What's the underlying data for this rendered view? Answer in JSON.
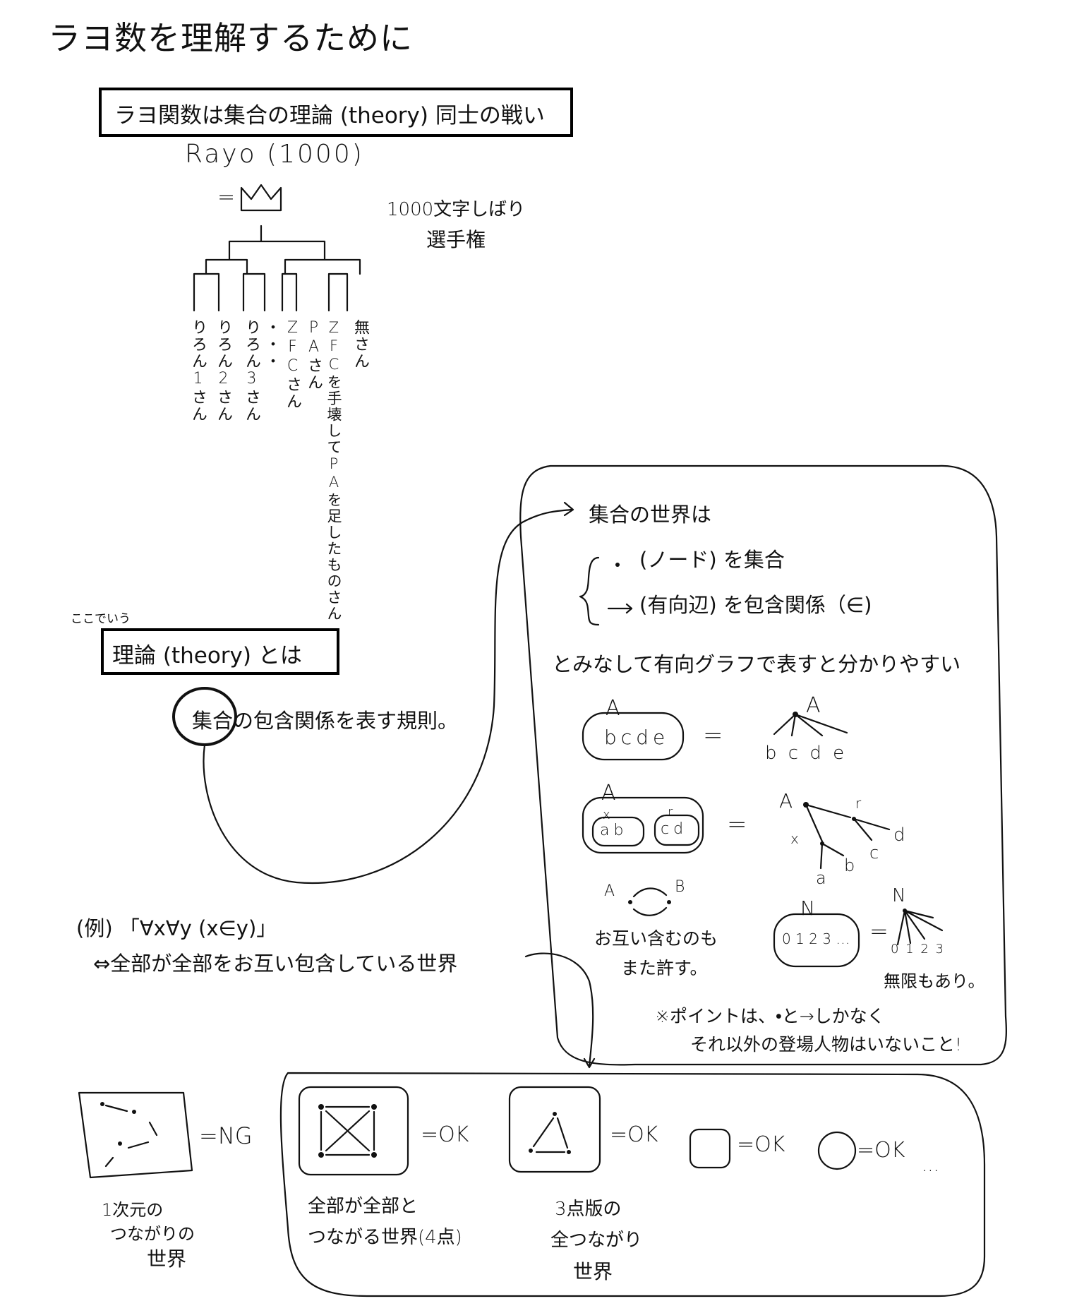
{
  "title": "ラヨ数を理解するために",
  "box1": "ラヨ関数は集合の理論 (theory) 同士の戦い",
  "bracket": {
    "winner": "Rayo (1000)",
    "eq": "=",
    "note_line1": "1000文字しばり",
    "note_line2": "選手権",
    "competitors": [
      "りろん1さん",
      "りろん2さん",
      "りろん3さん",
      "・・・",
      "ZFCさん",
      "PAさん",
      "ZFCを手壊してPAを足したものさん",
      "無さん"
    ]
  },
  "small_note": "ここでいう",
  "box2": "理論 (theory) とは",
  "theory_def": {
    "circled": "集合",
    "rest": "の包含関係を表す規則。"
  },
  "example": {
    "line1": "(例) 「∀x∀y (x∈y)」",
    "line2": "⇔全部が全部をお互い包含している世界"
  },
  "set_world": {
    "heading": "集合の世界は",
    "bullet1": "(ノード) を集合",
    "bullet2": "(有向辺) を包含関係（∈)",
    "summary": "とみなして有向グラフで表すと分かりやすい",
    "ex1": {
      "set": "A",
      "members": "bcde",
      "eq": "=",
      "graph_root": "A",
      "graph_leaves": "b c d e"
    },
    "ex2": {
      "set": "A",
      "sub1": "x",
      "sub1_members": "ab",
      "sub2": "r",
      "sub2_members": "cd",
      "eq": "=",
      "graph": [
        "A",
        "x",
        "r",
        "a",
        "b",
        "c",
        "d"
      ]
    },
    "ex3": {
      "a": "A",
      "b": "B",
      "caption1": "お互い含むのも",
      "caption2": "また許す。"
    },
    "ex4": {
      "set": "N",
      "members": "0 1 2 3 …",
      "eq": "=",
      "graph_root": "N",
      "graph_leaves": "0 1 2 3",
      "caption": "無限もあり。"
    },
    "point_line1": "※ポイントは、•と→しかなく",
    "point_line2": "それ以外の登場人物はいないこと!"
  },
  "worlds": {
    "ng": {
      "eq": "=NG",
      "caption1": "1次元の",
      "caption2": "つながりの",
      "caption3": "世界"
    },
    "w4": {
      "eq": "=OK",
      "caption1": "全部が全部と",
      "caption2": "つながる世界(4点)"
    },
    "w3": {
      "eq": "=OK",
      "caption1": "3点版の",
      "caption2": "全つながり",
      "caption3": "世界"
    },
    "w_sq": {
      "eq": "=OK"
    },
    "w_circ": {
      "eq": "=OK"
    },
    "ellipsis": "..."
  }
}
